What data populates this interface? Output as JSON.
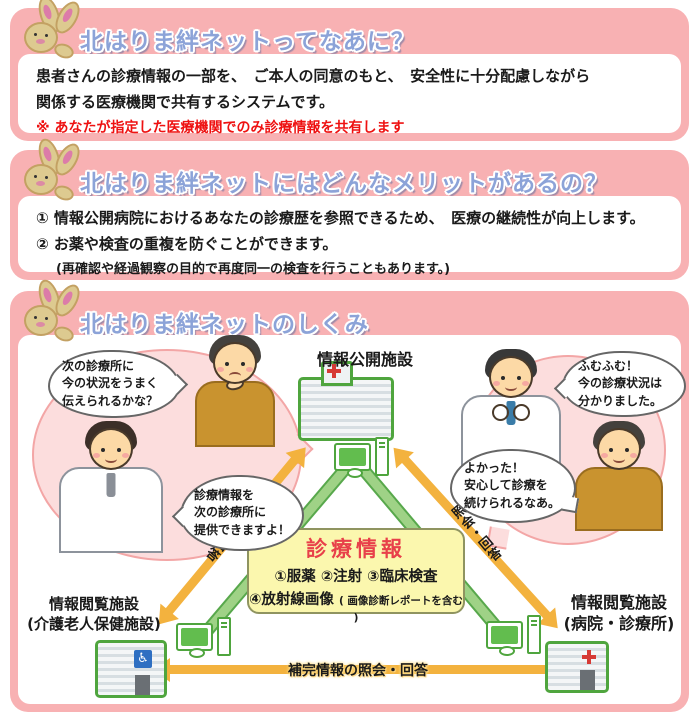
{
  "page": {
    "panel_pink": "#f8b1b3",
    "title_blue": "#8ca3d8",
    "note_red": "#ee1111",
    "arrow_orange": "#f3b23e",
    "band_green": "#9fd286",
    "info_box_yellow": "#fbf7ae",
    "info_title_red": "#e8404a"
  },
  "section1": {
    "title": "北はりま絆ネットってなあに？",
    "line1": "患者さんの診療情報の一部を、　ご本人の同意のもと、　安全性に十分配慮しながら",
    "line2": "関係する医療機関で共有するシステムです。",
    "note": "※ あなたが指定した医療機関でのみ診療情報を共有します"
  },
  "section2": {
    "title": "北はりま絆ネットにはどんなメリットがあるの？",
    "item1": "① 情報公開病院におけるあなたの診療歴を参照できるため、　医療の継続性が向上します。",
    "item2": "② お薬や検査の重複を防ぐことができます。",
    "note": "(再確認や経過観察の目的で再度同一の検査を行うこともあります。)"
  },
  "section3": {
    "title": "北はりま絆ネットのしくみ",
    "top_facility": "情報公開施設",
    "left_facility_line1": "情報閲覧施設",
    "left_facility_line2": "(介護老人保健施設)",
    "right_facility_line1": "情報閲覧施設",
    "right_facility_line2": "(病院・診療所)",
    "left_arrow_label": "照会・回答",
    "right_arrow_label": "照会・回答",
    "bottom_arrow_label": "補完情報の照会・回答",
    "info_box": {
      "title": "診療情報",
      "line1": "①服薬 ②注射 ③臨床検査",
      "line2": "④放射線画像",
      "line2_sub": "( 画像診断レポートを含む )"
    },
    "bubble_patient_left": {
      "l1": "次の診療所に",
      "l2": "今の状況をうまく",
      "l3": "伝えられるかな？"
    },
    "bubble_doctor_left": {
      "l1": "診療情報を",
      "l2": "次の診療所に",
      "l3": "提供できますよ！"
    },
    "bubble_doctor_right": {
      "l1": "ふむふむ！",
      "l2": "今の診療状況は",
      "l3": "分かりました。"
    },
    "bubble_patient_right": {
      "l1": "よかった！",
      "l2": "安心して診療を",
      "l3": "続けられるなあ。"
    },
    "icons": {
      "wheelchair": "♿"
    }
  }
}
